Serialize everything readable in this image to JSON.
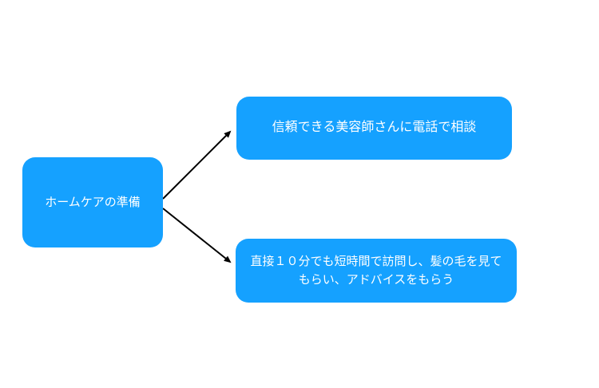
{
  "diagram": {
    "type": "flowchart",
    "background": "#ffffff",
    "node_fill": "#15a1ff",
    "node_text_color": "#ffffff",
    "arrow_color": "#000000",
    "root": {
      "label": "ホームケアの準備"
    },
    "children": [
      {
        "label": "信頼できる美容師さんに電話で相談"
      },
      {
        "label": "直接１０分でも短時間で訪問し、髪の毛を見てもらい、アドバイスをもらう"
      }
    ]
  }
}
